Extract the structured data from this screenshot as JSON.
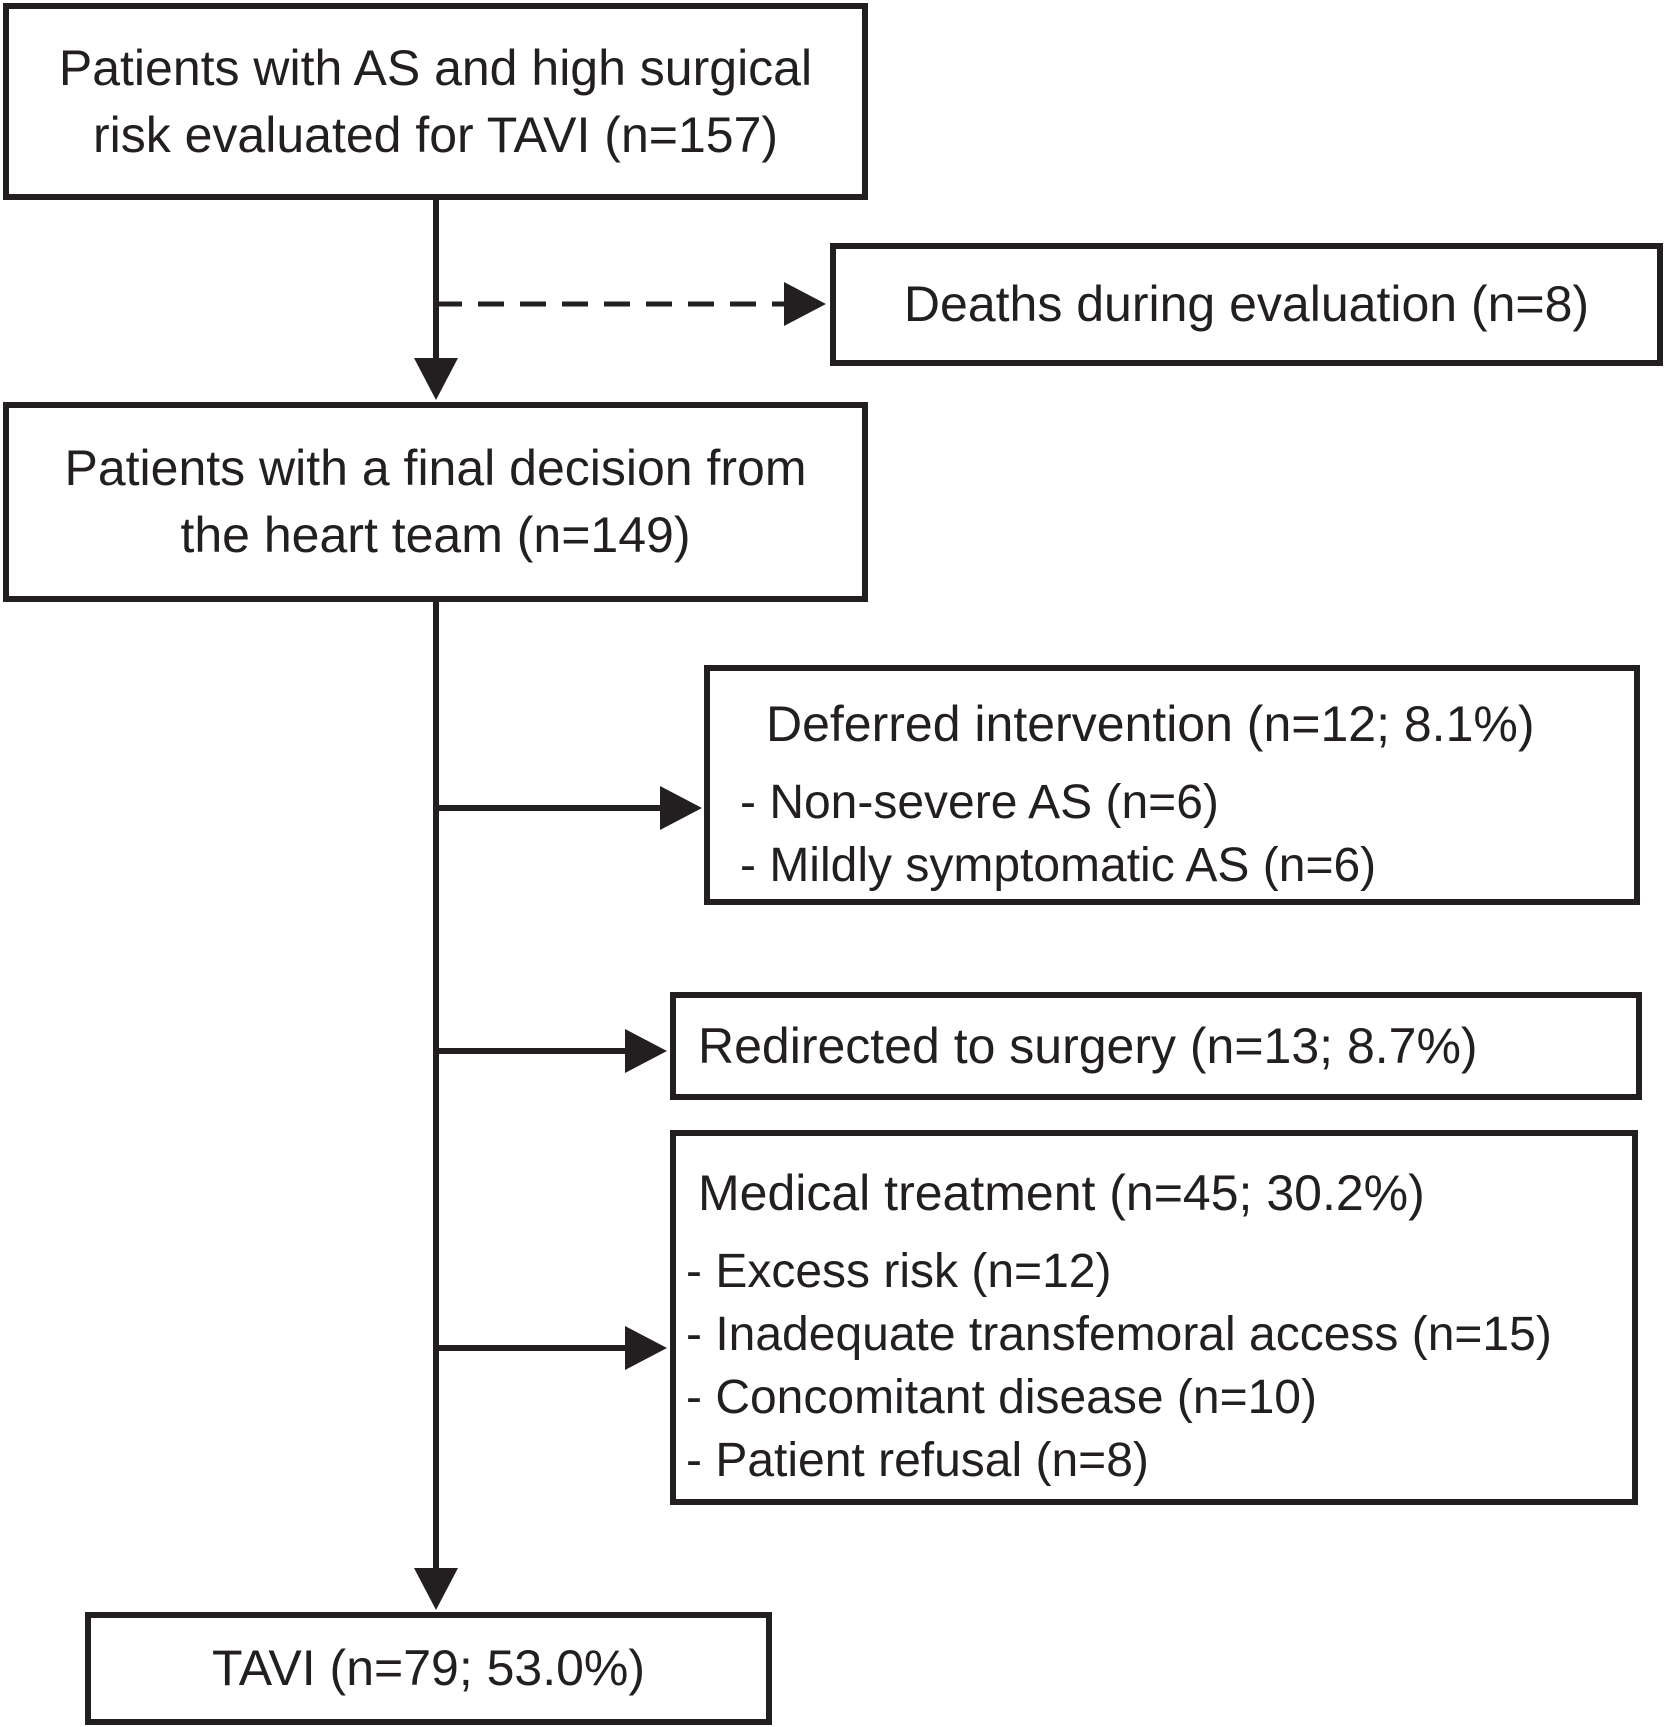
{
  "diagram": {
    "type": "patient-flowchart",
    "colors": {
      "line": "#231f20",
      "background": "#ffffff"
    },
    "top_box": {
      "lines": [
        "Patients with AS and high surgical",
        "risk evaluated for TAVI (n=157)"
      ]
    },
    "deaths_box": {
      "label": "Deaths during evaluation (n=8)"
    },
    "decision_box": {
      "lines": [
        "Patients with a final decision from",
        "the heart team (n=149)"
      ]
    },
    "deferred_box": {
      "title": "Deferred intervention (n=12; 8.1%)",
      "items": [
        "- Non-severe AS (n=6)",
        "- Mildly symptomatic AS (n=6)"
      ]
    },
    "surgery_box": {
      "label": "Redirected to surgery (n=13; 8.7%)"
    },
    "medical_box": {
      "title": "Medical treatment (n=45; 30.2%)",
      "items": [
        "- Excess risk (n=12)",
        "- Inadequate transfemoral access (n=15)",
        "- Concomitant disease (n=10)",
        "- Patient refusal (n=8)"
      ]
    },
    "tavi_box": {
      "label": "TAVI (n=79; 53.0%)"
    }
  }
}
